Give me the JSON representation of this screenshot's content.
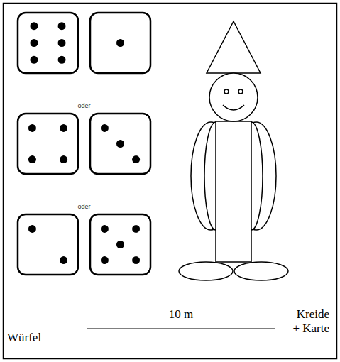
{
  "diagram": {
    "labels": [
      "oder",
      "oder",
      "10 m",
      "Würfel",
      "Kreide + Karte"
    ]
  }
}
